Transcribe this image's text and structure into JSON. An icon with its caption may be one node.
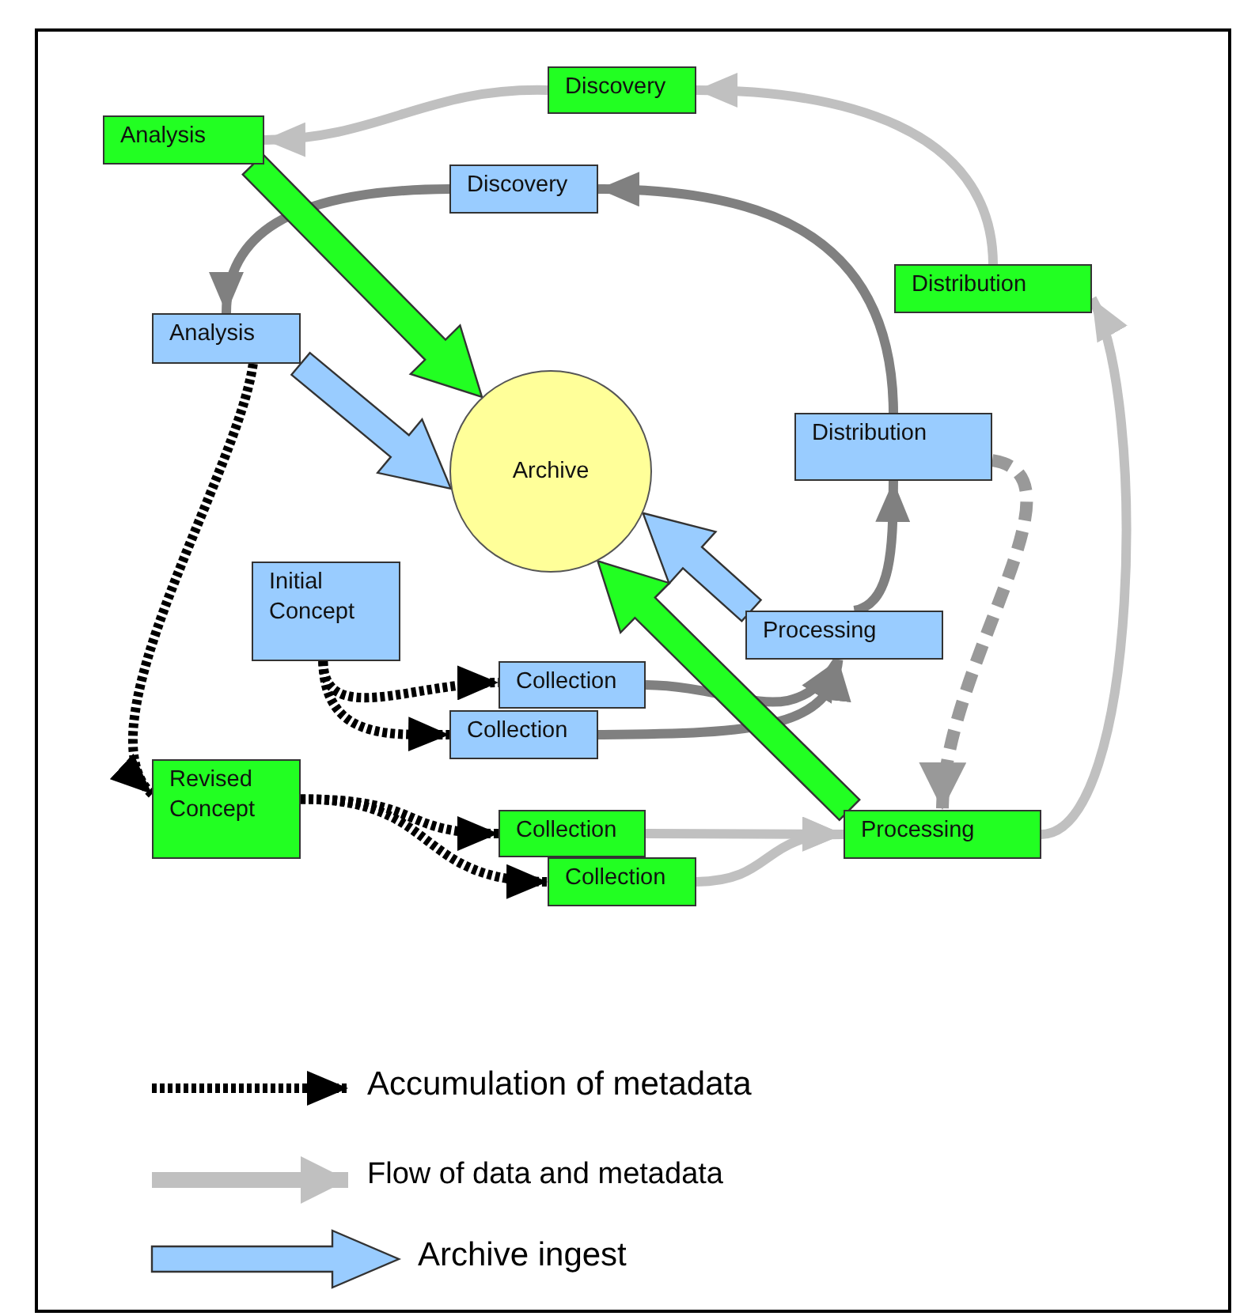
{
  "diagram": {
    "nodes": [
      {
        "text": [
          "Analysis"
        ]
      },
      {
        "text": [
          "Discovery"
        ]
      },
      {
        "text": [
          "Discovery"
        ]
      },
      {
        "text": [
          "Analysis"
        ]
      },
      {
        "text": [
          "Archive"
        ]
      },
      {
        "text": [
          "Distribution"
        ]
      },
      {
        "text": [
          "Distribution"
        ]
      },
      {
        "text": [
          "Initial Concept"
        ]
      },
      {
        "text": [
          "Processing"
        ]
      },
      {
        "text": [
          "Collection"
        ]
      },
      {
        "text": [
          "Collection"
        ]
      },
      {
        "text": [
          "Revised Concept"
        ]
      },
      {
        "text": [
          "Collection"
        ]
      },
      {
        "text": [
          "Collection"
        ]
      },
      {
        "text": [
          "Processing"
        ]
      }
    ],
    "edges": [
      {
        "from": 1,
        "to": 0,
        "arrow": "to",
        "color": "#c0c0c0"
      },
      {
        "from": 5,
        "to": 1,
        "arrow": "to",
        "color": "#c0c0c0"
      },
      {
        "from": 14,
        "to": 5,
        "arrow": "to",
        "color": "#c0c0c0"
      },
      {
        "from": 12,
        "to": 14,
        "arrow": "to",
        "color": "#c0c0c0"
      },
      {
        "from": 13,
        "to": 14,
        "arrow": "to",
        "color": "#c0c0c0"
      },
      {
        "from": 2,
        "to": 3,
        "arrow": "to",
        "color": "#808080"
      },
      {
        "from": 6,
        "to": 2,
        "arrow": "to",
        "color": "#808080"
      },
      {
        "from": 8,
        "to": 6,
        "arrow": "to",
        "color": "#808080"
      },
      {
        "from": 9,
        "to": 8,
        "arrow": "to",
        "color": "#808080"
      },
      {
        "from": 10,
        "to": 8,
        "arrow": "to",
        "color": "#808080"
      },
      {
        "from": 6,
        "to": 14,
        "arrow": "to",
        "style": "dashed",
        "color": "#999999"
      },
      {
        "from": 7,
        "to": 9,
        "arrow": "to",
        "style": "dashed",
        "color": "#000000"
      },
      {
        "from": 7,
        "to": 10,
        "arrow": "to",
        "style": "dashed",
        "color": "#000000"
      },
      {
        "from": 3,
        "to": 11,
        "arrow": "to",
        "style": "dashed",
        "color": "#000000"
      },
      {
        "from": 11,
        "to": 12,
        "arrow": "to",
        "style": "dashed",
        "color": "#000000"
      },
      {
        "from": 11,
        "to": 13,
        "arrow": "to",
        "style": "dashed",
        "color": "#000000"
      },
      {
        "from": 0,
        "to": 4,
        "arrow": "to",
        "style": "thick",
        "color": "#22ff22"
      },
      {
        "from": 3,
        "to": 4,
        "arrow": "to",
        "style": "thick",
        "color": "#99ccff"
      },
      {
        "from": 8,
        "to": 4,
        "arrow": "to",
        "style": "thick",
        "color": "#99ccff"
      },
      {
        "from": 14,
        "to": 4,
        "arrow": "to",
        "style": "thick",
        "color": "#22ff22"
      }
    ],
    "legend": [
      {
        "text": "Accumulation of metadata"
      },
      {
        "text": "Flow of data and metadata"
      },
      {
        "text": "Archive ingest"
      }
    ]
  }
}
